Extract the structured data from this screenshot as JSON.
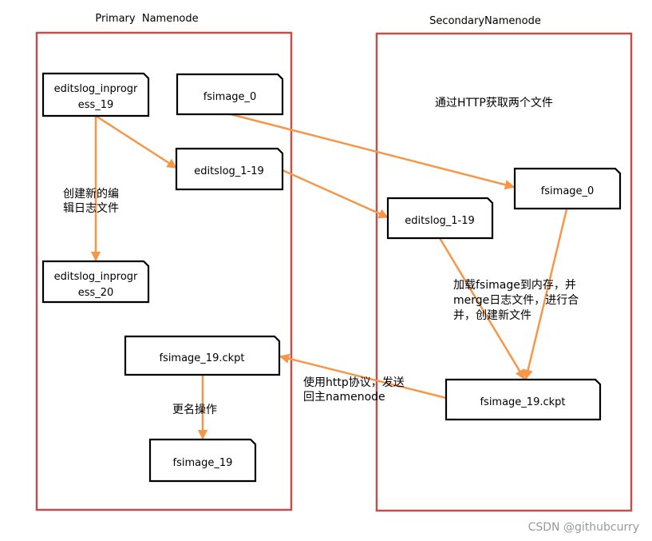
{
  "panels": {
    "primary": {
      "title": "Primary  Namenode"
    },
    "secondary": {
      "title": "SecondaryNamenode"
    }
  },
  "files": {
    "edits_inprogress_19": [
      "editslog_inprogr",
      "ess_19"
    ],
    "fsimage_0_primary": [
      "fsimage_0"
    ],
    "editslog_1_19_primary": [
      "editslog_1-19"
    ],
    "edits_inprogress_20": [
      "editslog_inprogr",
      "ess_20"
    ],
    "fsimage_19_ckpt_primary": [
      "fsimage_19.ckpt"
    ],
    "fsimage_19_primary": [
      "fsimage_19"
    ],
    "fsimage_0_secondary": [
      "fsimage_0"
    ],
    "editslog_1_19_secondary": [
      "editslog_1-19"
    ],
    "fsimage_19_ckpt_secondary": [
      "fsimage_19.ckpt"
    ]
  },
  "notes": {
    "create_new_edits": [
      "创建新的编",
      "辑日志文件"
    ],
    "http_fetch": [
      "通过HTTP获取两个文件"
    ],
    "load_merge": [
      "加载fsimage到内存，并",
      "merge日志文件，进行合",
      "并，创建新文件"
    ],
    "http_send": [
      "使用http协议，发送",
      "回主namenode"
    ],
    "rename": [
      "更名操作"
    ]
  },
  "watermark": "CSDN @githubcurry",
  "colors": {
    "panel_border": "#c0504d",
    "arrow": "#f79646",
    "box_border": "#000000",
    "watermark": "#999999"
  }
}
